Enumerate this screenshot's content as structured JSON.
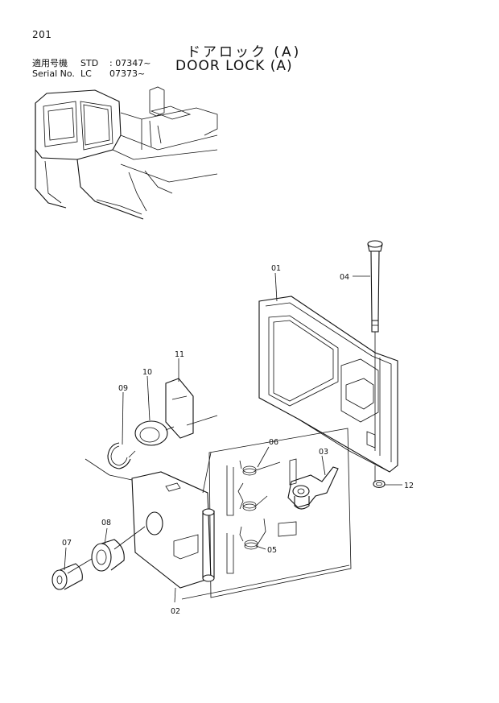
{
  "header": {
    "page_number": "201",
    "title_jp": "ドアロック (A)",
    "title_en": "DOOR LOCK (A)"
  },
  "serial": [
    {
      "label": "適用号機",
      "type": "STD",
      "value": ": 07347~"
    },
    {
      "label": "Serial No.",
      "type": "LC",
      "value": "07373~"
    }
  ],
  "callouts": {
    "c01": "01",
    "c02": "02",
    "c03": "03",
    "c04": "04",
    "c05": "05",
    "c06": "06",
    "c07": "07",
    "c08": "08",
    "c09": "09",
    "c10": "10",
    "c11": "11",
    "c12": "12"
  }
}
